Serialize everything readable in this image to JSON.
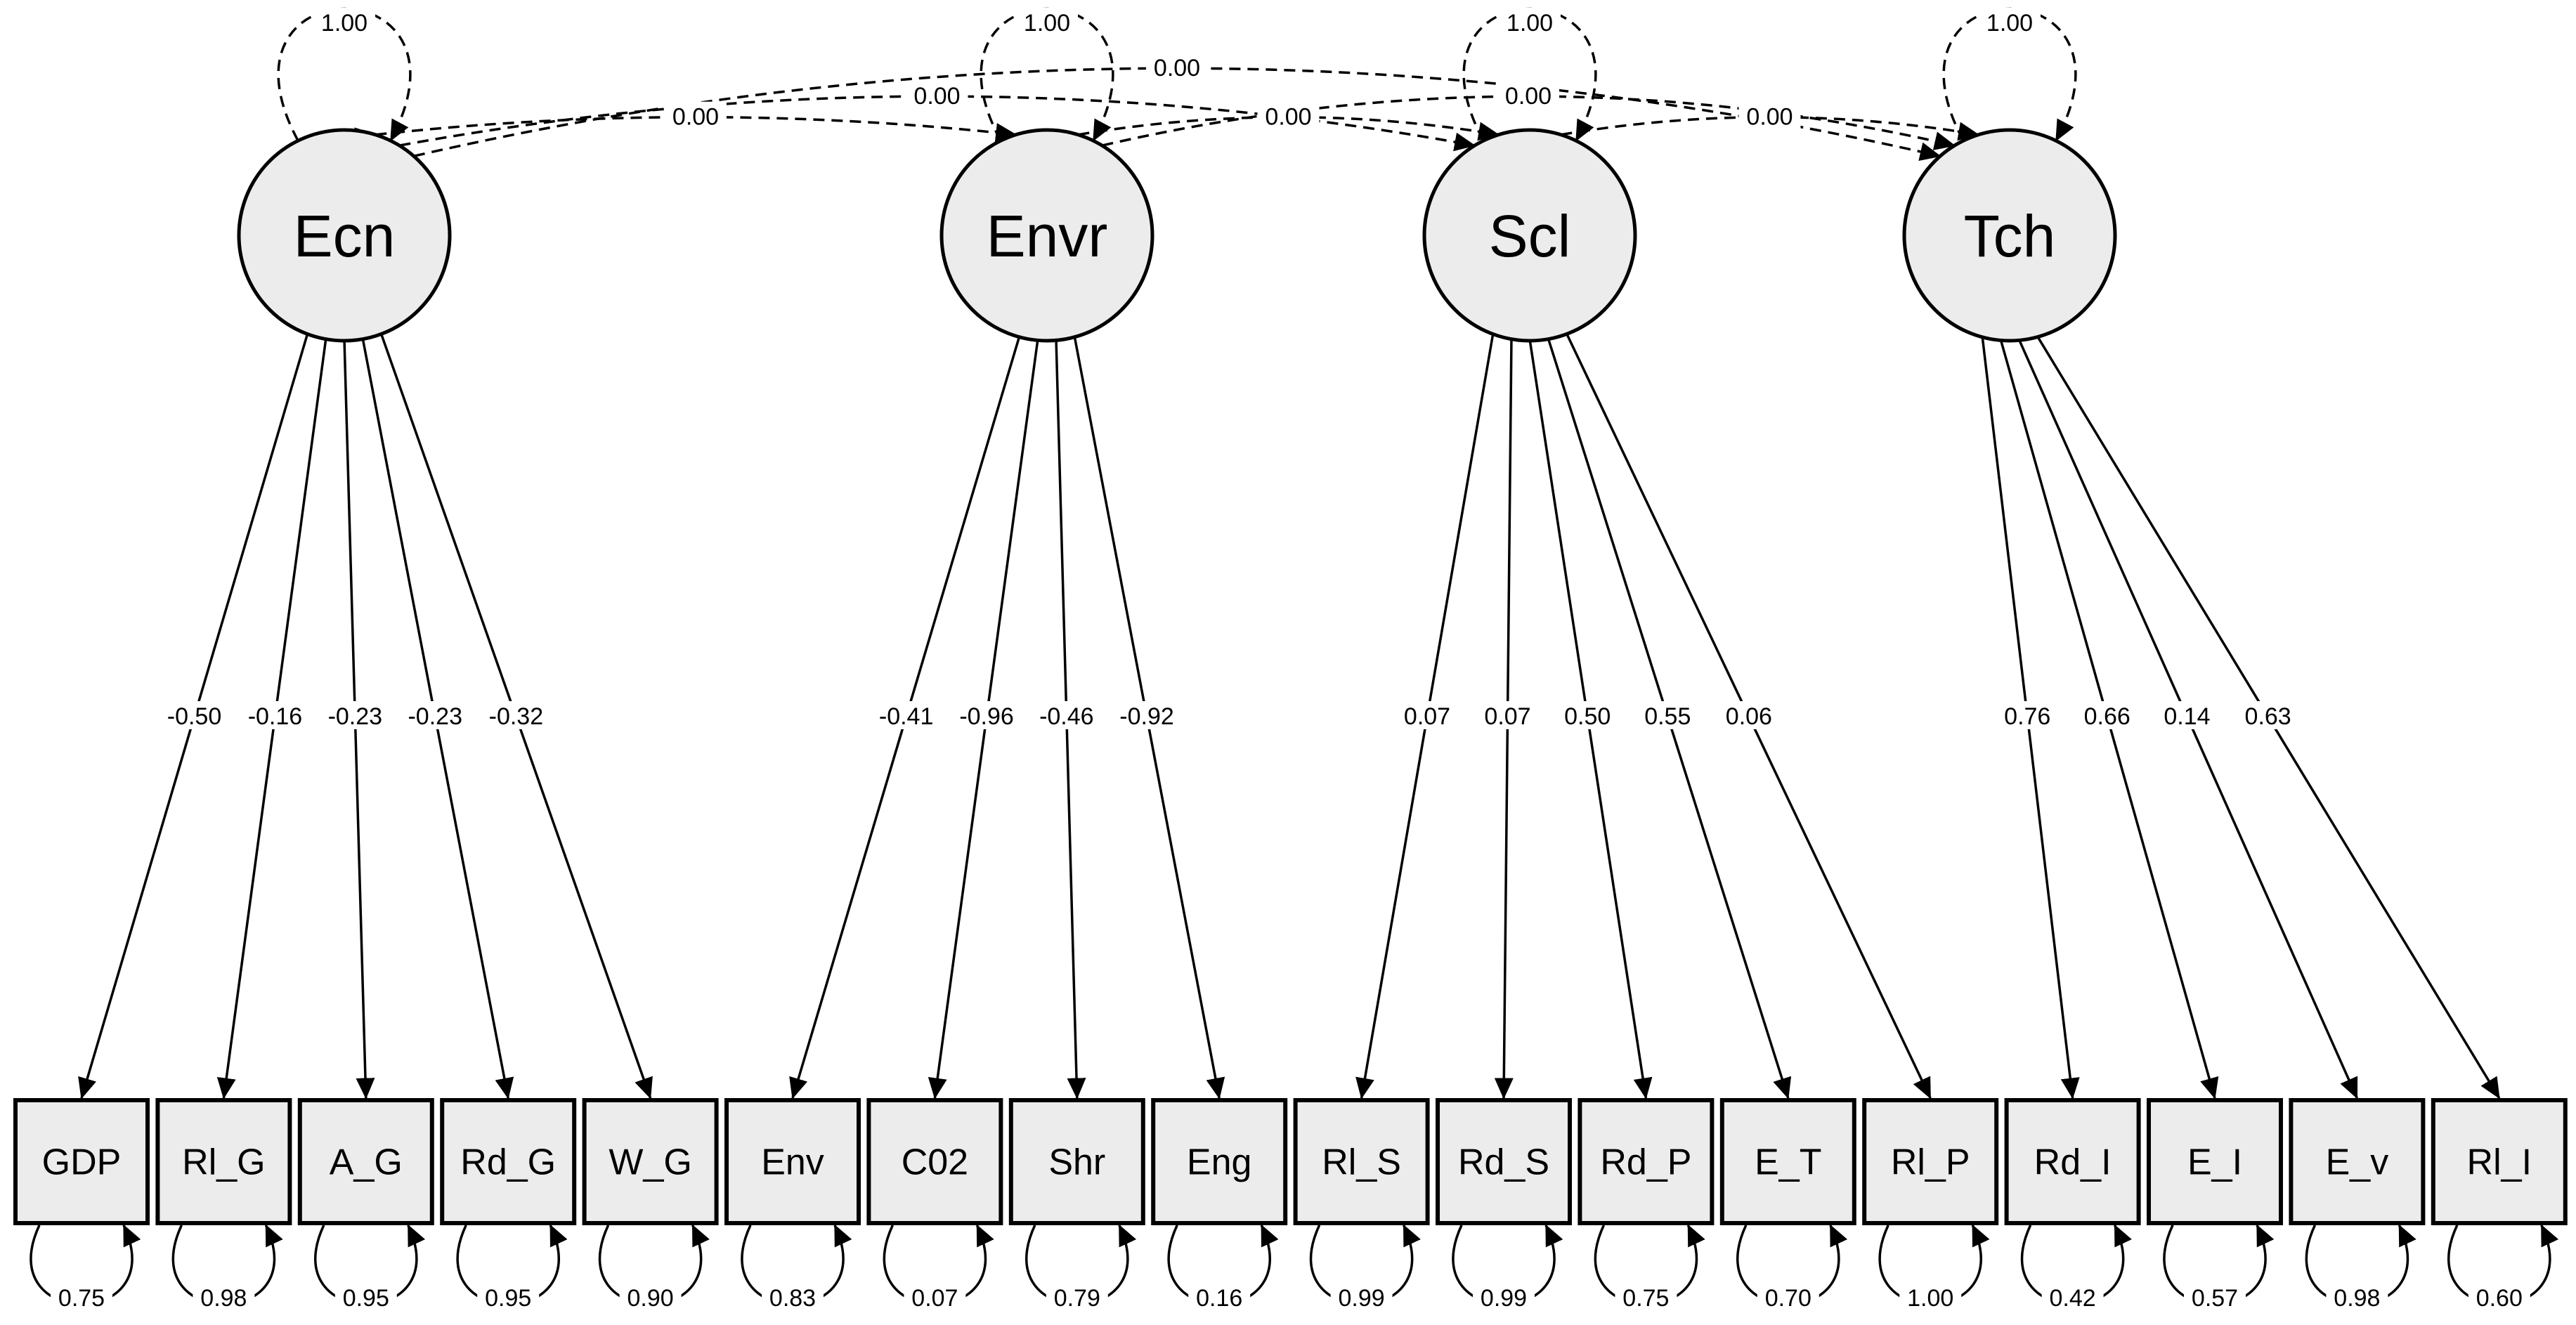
{
  "latents": [
    {
      "id": "Ecn",
      "label": "Ecn",
      "variance": "1.00"
    },
    {
      "id": "Envr",
      "label": "Envr",
      "variance": "1.00"
    },
    {
      "id": "Scl",
      "label": "Scl",
      "variance": "1.00"
    },
    {
      "id": "Tch",
      "label": "Tch",
      "variance": "1.00"
    }
  ],
  "observed": [
    {
      "label": "GDP",
      "latent": "Ecn",
      "loading": "-0.50",
      "residual": "0.75"
    },
    {
      "label": "Rl_G",
      "latent": "Ecn",
      "loading": "-0.16",
      "residual": "0.98"
    },
    {
      "label": "A_G",
      "latent": "Ecn",
      "loading": "-0.23",
      "residual": "0.95"
    },
    {
      "label": "Rd_G",
      "latent": "Ecn",
      "loading": "-0.23",
      "residual": "0.95"
    },
    {
      "label": "W_G",
      "latent": "Ecn",
      "loading": "-0.32",
      "residual": "0.90"
    },
    {
      "label": "Env",
      "latent": "Envr",
      "loading": "-0.41",
      "residual": "0.83"
    },
    {
      "label": "C02",
      "latent": "Envr",
      "loading": "-0.96",
      "residual": "0.07"
    },
    {
      "label": "Shr",
      "latent": "Envr",
      "loading": "-0.46",
      "residual": "0.79"
    },
    {
      "label": "Eng",
      "latent": "Envr",
      "loading": "-0.92",
      "residual": "0.16"
    },
    {
      "label": "Rl_S",
      "latent": "Scl",
      "loading": "0.07",
      "residual": "0.99"
    },
    {
      "label": "Rd_S",
      "latent": "Scl",
      "loading": "0.07",
      "residual": "0.99"
    },
    {
      "label": "Rd_P",
      "latent": "Scl",
      "loading": "0.50",
      "residual": "0.75"
    },
    {
      "label": "E_T",
      "latent": "Scl",
      "loading": "0.55",
      "residual": "0.70"
    },
    {
      "label": "Rl_P",
      "latent": "Scl",
      "loading": "0.06",
      "residual": "1.00"
    },
    {
      "label": "Rd_I",
      "latent": "Tch",
      "loading": "0.76",
      "residual": "0.42"
    },
    {
      "label": "E_I",
      "latent": "Tch",
      "loading": "0.66",
      "residual": "0.57"
    },
    {
      "label": "E_v",
      "latent": "Tch",
      "loading": "0.14",
      "residual": "0.98"
    },
    {
      "label": "Rl_I",
      "latent": "Tch",
      "loading": "0.63",
      "residual": "0.60"
    }
  ],
  "covariances": [
    {
      "from": "Ecn",
      "to": "Envr",
      "value": "0.00"
    },
    {
      "from": "Ecn",
      "to": "Scl",
      "value": "0.00"
    },
    {
      "from": "Ecn",
      "to": "Tch",
      "value": "0.00"
    },
    {
      "from": "Envr",
      "to": "Scl",
      "value": "0.00"
    },
    {
      "from": "Envr",
      "to": "Tch",
      "value": "0.00"
    },
    {
      "from": "Scl",
      "to": "Tch",
      "value": "0.00"
    }
  ]
}
